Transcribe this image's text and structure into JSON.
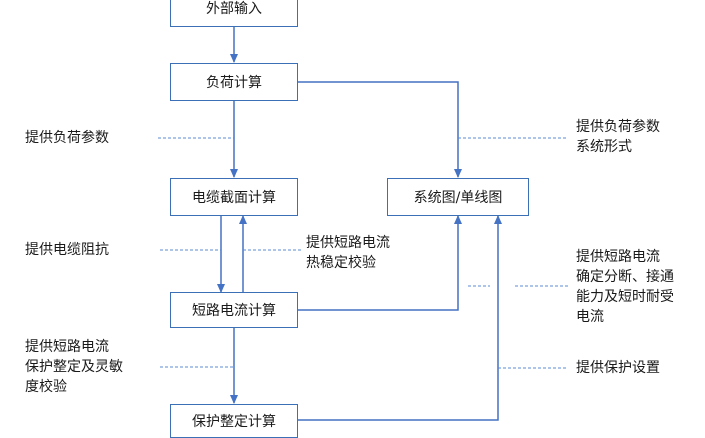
{
  "nodes": {
    "external_input": "外部输入",
    "load_calc": "负荷计算",
    "cable_section_calc": "电缆截面计算",
    "system_diagram": "系统图/单线图",
    "short_circuit_calc": "短路电流计算",
    "protection_setting_calc": "保护整定计算"
  },
  "labels": {
    "provide_load_params_left": "提供负荷参数",
    "provide_load_params_right": [
      "提供负荷参数",
      "系统形式"
    ],
    "provide_cable_impedance": "提供电缆阻抗",
    "short_circuit_thermal_check": [
      "提供短路电流",
      "热稳定校验"
    ],
    "short_circuit_for_system": [
      "提供短路电流",
      "确定分断、接通",
      "能力及短时耐受",
      "电流"
    ],
    "short_circuit_for_protection": [
      "提供短路电流",
      "保护整定及灵敏",
      "度校验"
    ],
    "provide_protection_settings": "提供保护设置"
  },
  "colors": {
    "node_border": "#3b6fb6",
    "arrow": "#4472c4",
    "dash": "#5b8bd0"
  }
}
